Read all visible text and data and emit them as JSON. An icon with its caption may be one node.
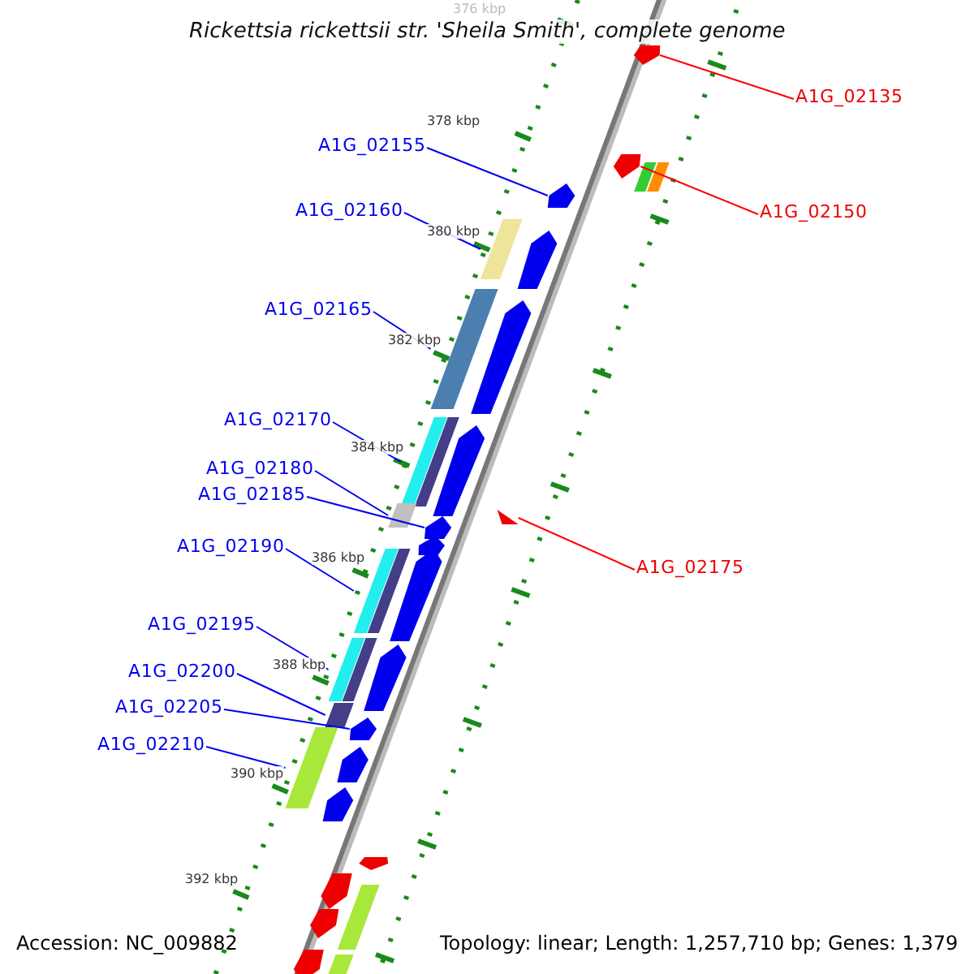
{
  "diagram": {
    "title": "Rickettsia rickettsii str. 'Sheila Smith', complete genome",
    "nodes": [
      {
        "text": [
          "A1G_02135"
        ]
      },
      {
        "text": [
          "A1G_02155"
        ]
      },
      {
        "text": [
          "A1G_02160"
        ]
      },
      {
        "text": [
          "A1G_02150"
        ]
      },
      {
        "text": [
          "A1G_02165"
        ]
      },
      {
        "text": [
          "A1G_02170"
        ]
      },
      {
        "text": [
          "A1G_02180"
        ]
      },
      {
        "text": [
          "A1G_02185"
        ]
      },
      {
        "text": [
          "A1G_02190"
        ]
      },
      {
        "text": [
          "A1G_02175"
        ]
      },
      {
        "text": [
          "A1G_02195"
        ]
      },
      {
        "text": [
          "A1G_02200"
        ]
      },
      {
        "text": [
          "A1G_02205"
        ]
      },
      {
        "text": [
          "A1G_02210"
        ]
      },
      {
        "text": [],
        "shape": "arrow"
      },
      {
        "text": [],
        "shape": "arrow"
      },
      {
        "text": [],
        "shape": "arrow"
      },
      {
        "text": [],
        "shape": "bar"
      },
      {
        "text": [],
        "shape": "bar"
      },
      {
        "text": [],
        "shape": "bar"
      },
      {
        "text": [],
        "shape": "bar"
      },
      {
        "text": [],
        "shape": "arrow"
      },
      {
        "text": [],
        "shape": "arrow"
      },
      {
        "text": [],
        "shape": "bar"
      },
      {
        "text": [],
        "shape": "bar"
      },
      {
        "text": [],
        "shape": "bar"
      },
      {
        "text": [],
        "shape": "arrow"
      },
      {
        "text": [],
        "shape": "bar"
      }
    ],
    "edges": [
      {
        "from": 0,
        "to": 14,
        "arrow": "none",
        "color": "#ff0000"
      },
      {
        "from": 1,
        "to": 16,
        "arrow": "none"
      },
      {
        "from": 2,
        "to": 17,
        "arrow": "none"
      },
      {
        "from": 3,
        "to": 15,
        "arrow": "none",
        "color": "#ff0000"
      },
      {
        "from": 4,
        "to": 18,
        "arrow": "none"
      },
      {
        "from": 5,
        "to": 19,
        "arrow": "none"
      },
      {
        "from": 6,
        "to": 20,
        "arrow": "none"
      },
      {
        "from": 7,
        "to": 22,
        "arrow": "none"
      },
      {
        "from": 8,
        "to": 23,
        "arrow": "none"
      },
      {
        "from": 9,
        "to": 21,
        "arrow": "none",
        "color": "#ff0000"
      },
      {
        "from": 10,
        "to": 24,
        "arrow": "none"
      },
      {
        "from": 11,
        "to": 25,
        "arrow": "none"
      },
      {
        "from": 12,
        "to": 26,
        "arrow": "none"
      },
      {
        "from": 13,
        "to": 27,
        "arrow": "none"
      }
    ],
    "labels": [
      "376 kbp",
      "378 kbp",
      "380 kbp",
      "382 kbp",
      "384 kbp",
      "386 kbp",
      "388 kbp",
      "390 kbp",
      "392 kbp",
      "Accession: NC_009882",
      "Topology: linear; Length: 1,257,710 bp; Genes: 1,379"
    ]
  }
}
